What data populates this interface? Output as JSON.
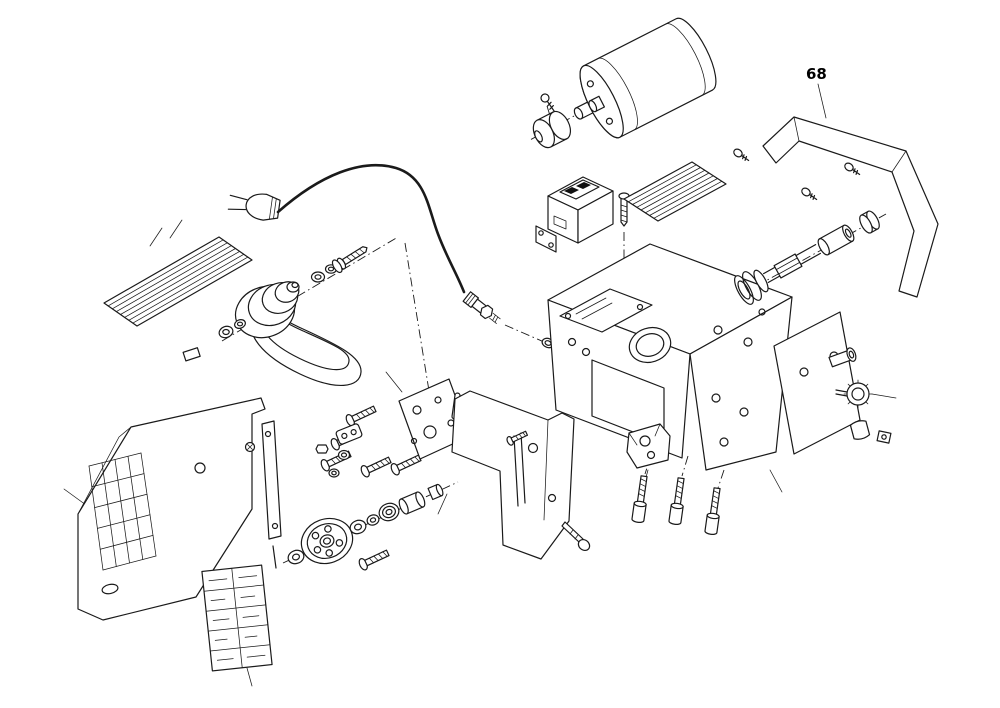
{
  "figure": {
    "type": "exploded-parts-diagram",
    "background_color": "#ffffff",
    "line_color": "#1a1a1a",
    "callouts": [
      {
        "id": "panel-cover",
        "text": "68"
      }
    ]
  }
}
